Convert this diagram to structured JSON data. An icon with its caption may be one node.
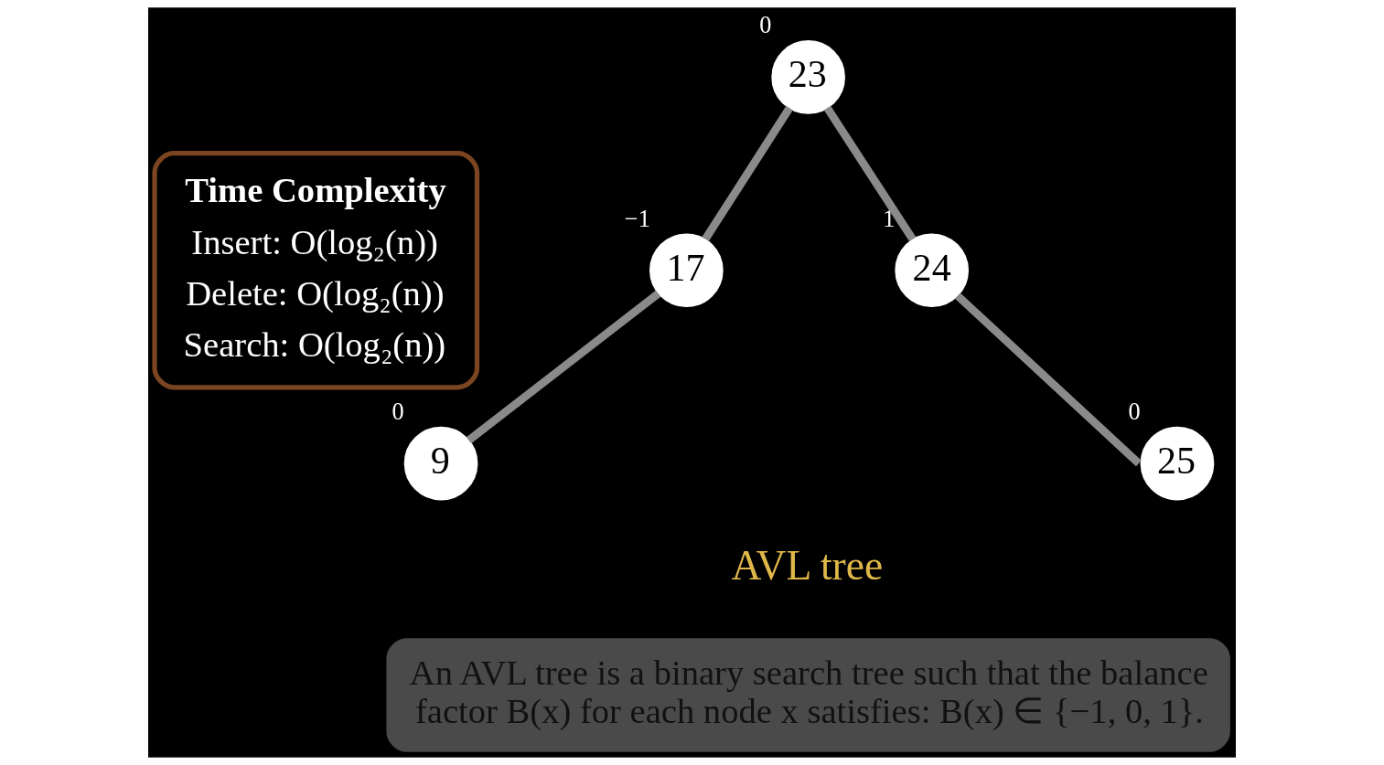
{
  "diagram": {
    "nodes": [
      {
        "text": [
          "Time Complexity",
          "Insert: O(log₂(n))",
          "Delete: O(log₂(n))",
          "Search: O(log₂(n))"
        ]
      },
      {
        "text": [
          "23"
        ],
        "beside": [
          "0"
        ]
      },
      {
        "text": [
          "17"
        ],
        "beside": [
          "−1"
        ]
      },
      {
        "text": [
          "24"
        ],
        "beside": [
          "1"
        ]
      },
      {
        "text": [
          "9"
        ],
        "beside": [
          "0"
        ]
      },
      {
        "text": [
          "25"
        ],
        "beside": [
          "0"
        ]
      },
      {
        "text": [
          "An AVL tree is a binary search tree such that the balance factor B(x) for each node x satisfies: B(x) ∈ {−1, 0, 1}."
        ]
      }
    ],
    "edges": [
      {
        "from": 1,
        "to": 2,
        "arrow": "none"
      },
      {
        "from": 1,
        "to": 3,
        "arrow": "none"
      },
      {
        "from": 2,
        "to": 4,
        "arrow": "none"
      },
      {
        "from": 3,
        "to": 5,
        "arrow": "none"
      }
    ],
    "labels": [
      "AVL tree"
    ]
  }
}
